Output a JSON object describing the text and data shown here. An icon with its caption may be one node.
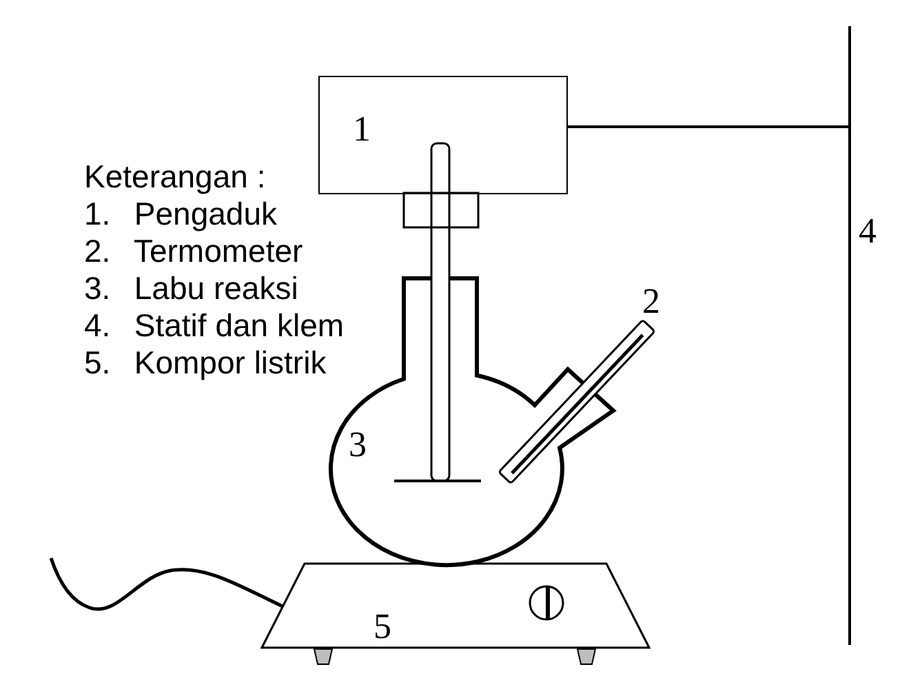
{
  "diagram": {
    "nodes": [
      {
        "text": [
          "1"
        ]
      },
      {
        "text": [
          "3"
        ]
      },
      {
        "text": [
          "5"
        ]
      }
    ],
    "labels": [
      "Keterangan :",
      "1. Pengaduk",
      "2. Termometer",
      "3. Labu reaksi",
      "4. Statif dan klem",
      "5. Kompor listrik",
      "4",
      "2"
    ]
  }
}
